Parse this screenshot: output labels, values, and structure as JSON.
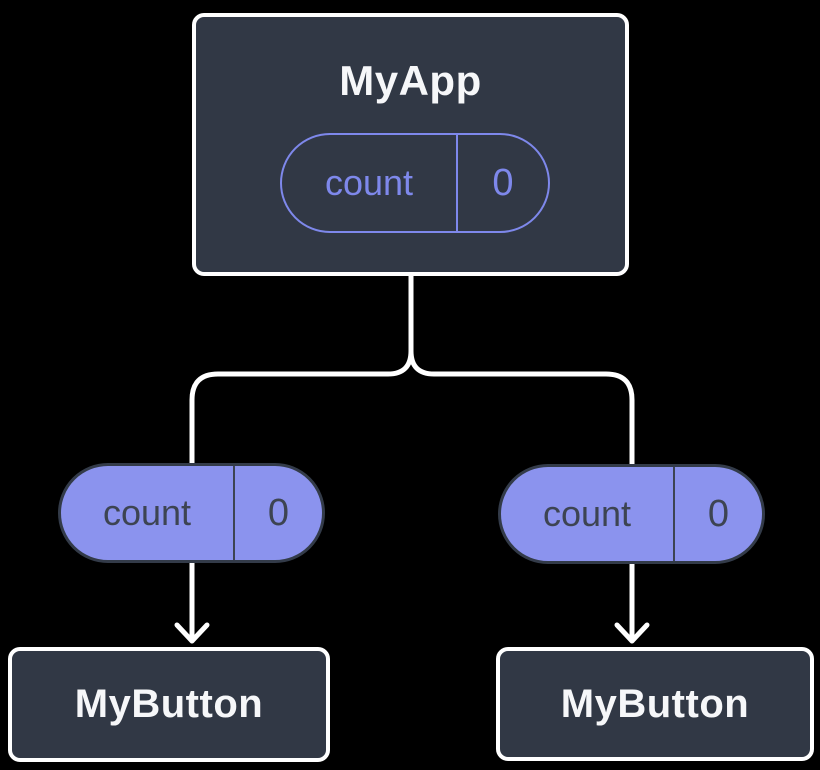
{
  "diagram": {
    "root_node": {
      "label": "MyApp",
      "state_pill": {
        "name": "count",
        "value": "0"
      }
    },
    "left_prop_pill": {
      "name": "count",
      "value": "0"
    },
    "right_prop_pill": {
      "name": "count",
      "value": "0"
    },
    "left_child_node": {
      "label": "MyButton"
    },
    "right_child_node": {
      "label": "MyButton"
    }
  },
  "colors": {
    "background": "#000000",
    "node_fill": "#313845",
    "node_border": "#FFFFFF",
    "node_text": "#F6F7F9",
    "state_pill_outline": "#7E88EB",
    "state_pill_text": "#7E88EB",
    "prop_pill_fill": "#8B93EE",
    "prop_pill_border": "#333B49",
    "prop_pill_text": "#3D4452",
    "connector": "#FFFFFF"
  }
}
